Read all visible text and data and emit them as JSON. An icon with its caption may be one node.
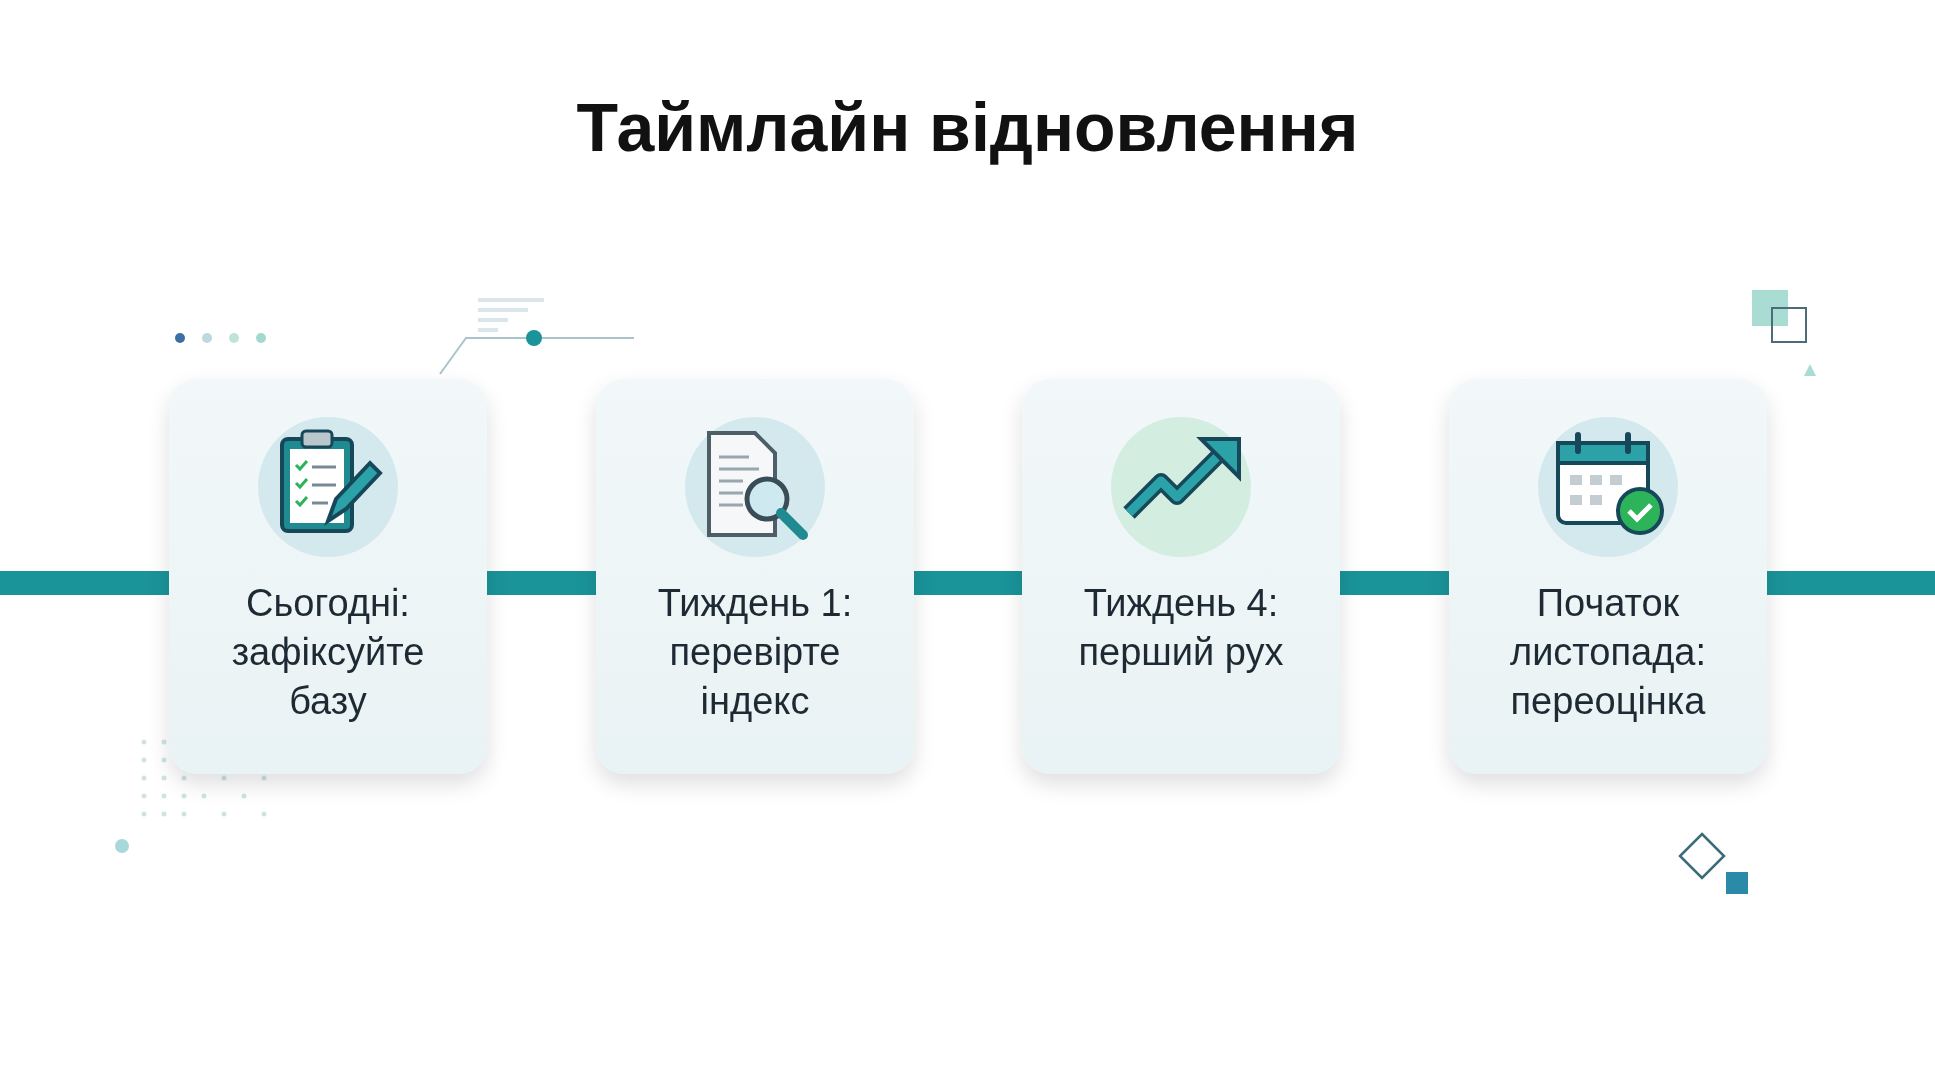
{
  "diagram": {
    "title": "Таймлайн відновлення",
    "nodes": [
      {
        "text": [
          "Сьогодні: зафіксуйте базу"
        ]
      },
      {
        "text": [
          "Тиждень 1: перевірте індекс"
        ]
      },
      {
        "text": [
          "Тиждень 4: перший рух"
        ]
      },
      {
        "text": [
          "Початок листопада: переоцінка"
        ]
      }
    ],
    "edges": [
      {
        "from": null,
        "to": 0,
        "arrow": "none"
      },
      {
        "from": 0,
        "to": 1,
        "arrow": "none"
      },
      {
        "from": 1,
        "to": 2,
        "arrow": "none"
      },
      {
        "from": 2,
        "to": 3,
        "arrow": "none"
      },
      {
        "from": 3,
        "to": null,
        "arrow": "none"
      }
    ]
  }
}
